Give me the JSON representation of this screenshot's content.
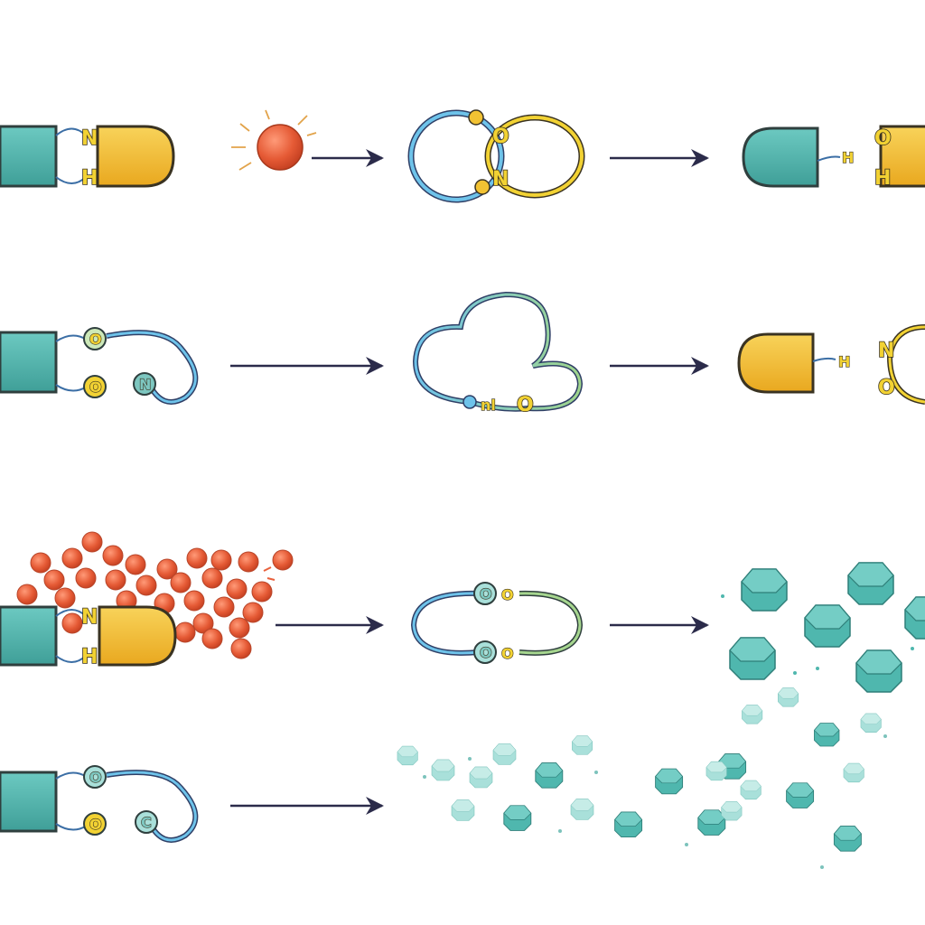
{
  "colors": {
    "teal": "#4fb5ae",
    "teal_dark": "#2f6d69",
    "yellow": "#f3bf32",
    "blue_loop": "#6ec3ea",
    "yellow_loop": "#f2d233",
    "bead": "#e8603c",
    "arrow": "#2b2b4a",
    "cube": "#4fb7ae"
  },
  "icons": [
    "capsule-icon",
    "red-sphere-icon",
    "loop-icon",
    "cube-icon",
    "arrow-icon",
    "bead-icon"
  ],
  "rows": [
    {
      "id": "row-1",
      "capsule_labels": [
        "N",
        "H"
      ],
      "loop_labels": [
        "O",
        "N"
      ],
      "product_labels": [
        "H",
        "O",
        "H"
      ]
    },
    {
      "id": "row-2",
      "capsule_labels": [
        "O",
        "O",
        "N"
      ],
      "loop_labels": [
        "nl",
        "O"
      ],
      "product_labels": [
        "H",
        "N",
        "O"
      ]
    },
    {
      "id": "row-3",
      "capsule_labels": [
        "N",
        "H"
      ],
      "loop_labels": [
        "O",
        "O",
        "O",
        "O"
      ]
    },
    {
      "id": "row-4",
      "capsule_labels": [
        "O",
        "O",
        "C"
      ]
    }
  ]
}
